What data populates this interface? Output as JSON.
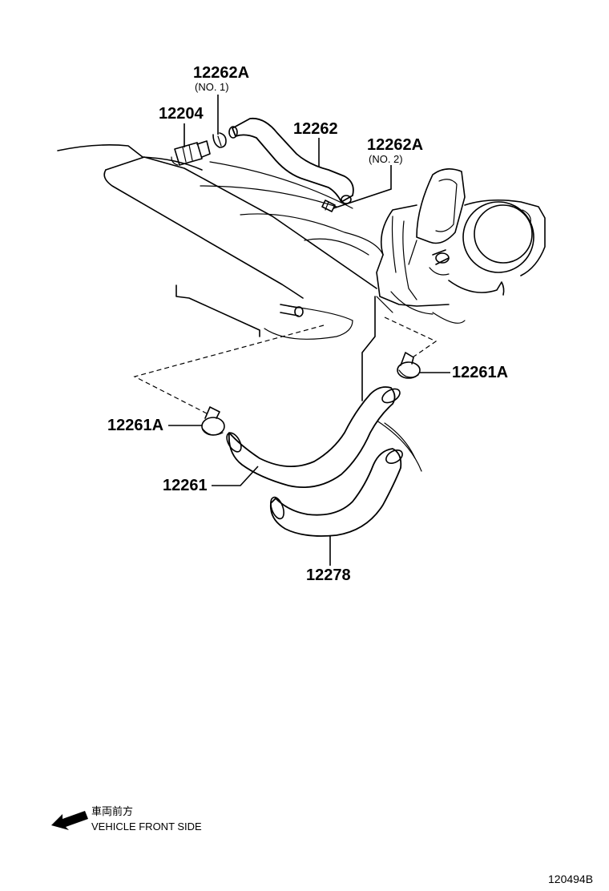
{
  "diagram_id": "120494B",
  "front_note": {
    "jp": "車両前方",
    "en": "VEHICLE FRONT SIDE"
  },
  "parts": [
    {
      "id": "p12262A1",
      "number": "12262A",
      "sub": "(NO. 1)"
    },
    {
      "id": "p12204",
      "number": "12204",
      "sub": ""
    },
    {
      "id": "p12262",
      "number": "12262",
      "sub": ""
    },
    {
      "id": "p12262A2",
      "number": "12262A",
      "sub": "(NO. 2)"
    },
    {
      "id": "p12261A_r",
      "number": "12261A",
      "sub": ""
    },
    {
      "id": "p12261A_l",
      "number": "12261A",
      "sub": ""
    },
    {
      "id": "p12261",
      "number": "12261",
      "sub": ""
    },
    {
      "id": "p12278",
      "number": "12278",
      "sub": ""
    }
  ]
}
